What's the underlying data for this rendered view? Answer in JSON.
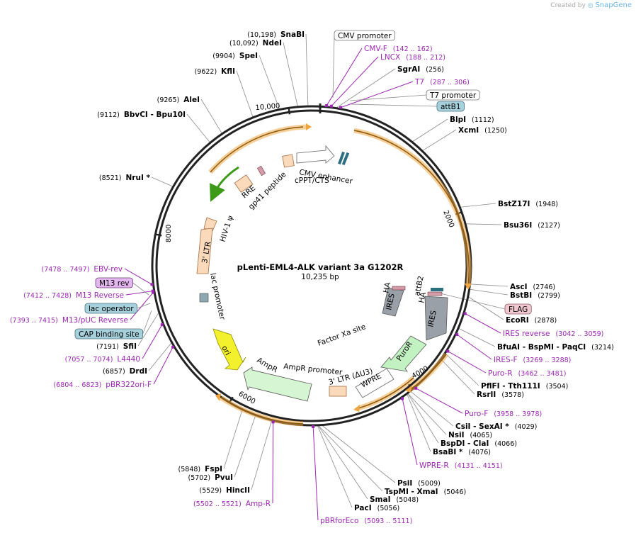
{
  "credit": {
    "prefix": "Created by",
    "brand": "SnapGene"
  },
  "title": "pLenti-EML4-ALK variant 3a G1202R",
  "length_label": "10,235 bp",
  "total_bp": 10235,
  "ticks": [
    {
      "label": "10,000",
      "bp": 10000
    },
    {
      "label": "2000",
      "bp": 2000
    },
    {
      "label": "4000",
      "bp": 4000
    },
    {
      "label": "6000",
      "bp": 6000
    },
    {
      "label": "8000",
      "bp": 8000
    }
  ],
  "enzymes": [
    {
      "name": "SnaBI",
      "pos": "(10,198)",
      "bp": 10198
    },
    {
      "name": "NdeI",
      "pos": "(10,092)",
      "bp": 10092
    },
    {
      "name": "SpeI",
      "pos": "(9904)",
      "bp": 9904
    },
    {
      "name": "KflI",
      "pos": "(9622)",
      "bp": 9622
    },
    {
      "name": "AleI",
      "pos": "(9265)",
      "bp": 9265
    },
    {
      "name": "BbvCI",
      "name2": "- Bpu10I",
      "pos": "(9112)",
      "bp": 9112
    },
    {
      "name": "NruI *",
      "pos": "(8521)",
      "bp": 8521
    },
    {
      "name": "SgrAI",
      "pos": "(256)",
      "bp": 256
    },
    {
      "name": "BlpI",
      "pos": "(1112)",
      "bp": 1112
    },
    {
      "name": "XcmI",
      "pos": "(1250)",
      "bp": 1250
    },
    {
      "name": "BstZ17I",
      "pos": "(1948)",
      "bp": 1948
    },
    {
      "name": "Bsu36I",
      "pos": "(2127)",
      "bp": 2127
    },
    {
      "name": "AscI",
      "pos": "(2746)",
      "bp": 2746
    },
    {
      "name": "BstBI",
      "pos": "(2799)",
      "bp": 2799
    },
    {
      "name": "EcoRI",
      "pos": "(2878)",
      "bp": 2878
    },
    {
      "name": "BfuAI",
      "name2": "- BspMI",
      "name3": "- PaqCI",
      "pos": "(3214)",
      "bp": 3214
    },
    {
      "name": "PflFI",
      "name2": "- Tth111I",
      "pos": "(3504)",
      "bp": 3504
    },
    {
      "name": "RsrII",
      "pos": "(3578)",
      "bp": 3578
    },
    {
      "name": "CsiI",
      "name2": "- SexAI *",
      "pos": "(4029)",
      "bp": 4029
    },
    {
      "name": "NsiI",
      "pos": "(4065)",
      "bp": 4065
    },
    {
      "name": "BspDI",
      "name2": "- ClaI",
      "pos": "(4066)",
      "bp": 4066
    },
    {
      "name": "BsaBI *",
      "pos": "(4076)",
      "bp": 4076
    },
    {
      "name": "PsiI",
      "pos": "(5009)",
      "bp": 5009
    },
    {
      "name": "TspMI",
      "name2": "- XmaI",
      "pos": "(5046)",
      "bp": 5046
    },
    {
      "name": "SmaI",
      "pos": "(5048)",
      "bp": 5048
    },
    {
      "name": "PacI",
      "pos": "(5056)",
      "bp": 5056
    },
    {
      "name": "FspI",
      "pos": "(5848)",
      "bp": 5848
    },
    {
      "name": "PvuI",
      "pos": "(5702)",
      "bp": 5702
    },
    {
      "name": "HincII",
      "pos": "(5529)",
      "bp": 5529
    },
    {
      "name": "DrdI",
      "pos": "(6857)",
      "bp": 6857
    },
    {
      "name": "SfiI",
      "pos": "(7191)",
      "bp": 7191
    }
  ],
  "primers": [
    {
      "name": "CMV-F",
      "pos": "(142 .. 162)",
      "bp": 152
    },
    {
      "name": "LNCX",
      "pos": "(188 .. 212)",
      "bp": 200
    },
    {
      "name": "T7",
      "pos": "(287 .. 306)",
      "bp": 296
    },
    {
      "name": "IRES reverse",
      "pos": "(3042 .. 3059)",
      "bp": 3050
    },
    {
      "name": "IRES-F",
      "pos": "(3269 .. 3288)",
      "bp": 3278
    },
    {
      "name": "Puro-R",
      "pos": "(3462 .. 3481)",
      "bp": 3471
    },
    {
      "name": "Puro-F",
      "pos": "(3958 .. 3978)",
      "bp": 3968
    },
    {
      "name": "WPRE-R",
      "pos": "(4131 .. 4151)",
      "bp": 4141
    },
    {
      "name": "pBRforEco",
      "pos": "(5093 .. 5111)",
      "bp": 5102
    },
    {
      "name": "Amp-R",
      "pos": "(5502 .. 5521)",
      "bp": 5511
    },
    {
      "name": "pBR322ori-F",
      "pos": "(6804 .. 6823)",
      "bp": 6813
    },
    {
      "name": "L4440",
      "pos": "(7057 .. 7074)",
      "bp": 7065
    },
    {
      "name": "M13/pUC Reverse",
      "pos": "(7393 .. 7415)",
      "bp": 7404
    },
    {
      "name": "M13 Reverse",
      "pos": "(7412 .. 7428)",
      "bp": 7420
    },
    {
      "name": "EBV-rev",
      "pos": "(7478 .. 7497)",
      "bp": 7487
    }
  ],
  "boxed_labels": [
    {
      "text": "CMV promoter",
      "style": "outline"
    },
    {
      "text": "T7 promoter",
      "style": "outline"
    },
    {
      "text": "attB1",
      "style": "blue"
    },
    {
      "text": "FLAG",
      "style": "pink"
    },
    {
      "text": "M13 rev",
      "style": "lilac"
    },
    {
      "text": "lac operator",
      "style": "blue"
    },
    {
      "text": "CAP binding site",
      "style": "blue"
    }
  ],
  "feature_labels": {
    "cmv_enhancer": "CMV enhancer",
    "cppt": "cPPT/CTS",
    "rre": "RRE",
    "gp41": "gp41 peptide",
    "psi": "HIV-1 ψ",
    "ltr3": "3' LTR",
    "lac_promoter": "lac promoter",
    "ori": "ori",
    "ampr": "AmpR",
    "ampr_promoter": "AmpR promoter",
    "ltr3_du3": "3' LTR (ΔU3)",
    "wpre": "WPRE",
    "puror": "PuroR",
    "ires1": "IRES",
    "ires2": "IRES",
    "ha1": "HA",
    "ha2": "HA",
    "attb2": "attB2",
    "factor_xa": "Factor Xa site"
  },
  "colors": {
    "backbone": "#222222",
    "orf_fill": "#f6e5b8",
    "orf_stroke": "#f0a640",
    "ltr": "#fbd9bb",
    "rre": "#fbd9bb",
    "cppt_green": "#3c9a18",
    "ires": "#9aa0a8",
    "puror": "#c3f2c2",
    "ampr": "#d6f5d2",
    "ori": "#f3f12d",
    "primer": "#9b27b0",
    "attb_box": "#a6d1dc",
    "flag_box": "#f2c8d0",
    "m13_box": "#e4b6ef"
  }
}
